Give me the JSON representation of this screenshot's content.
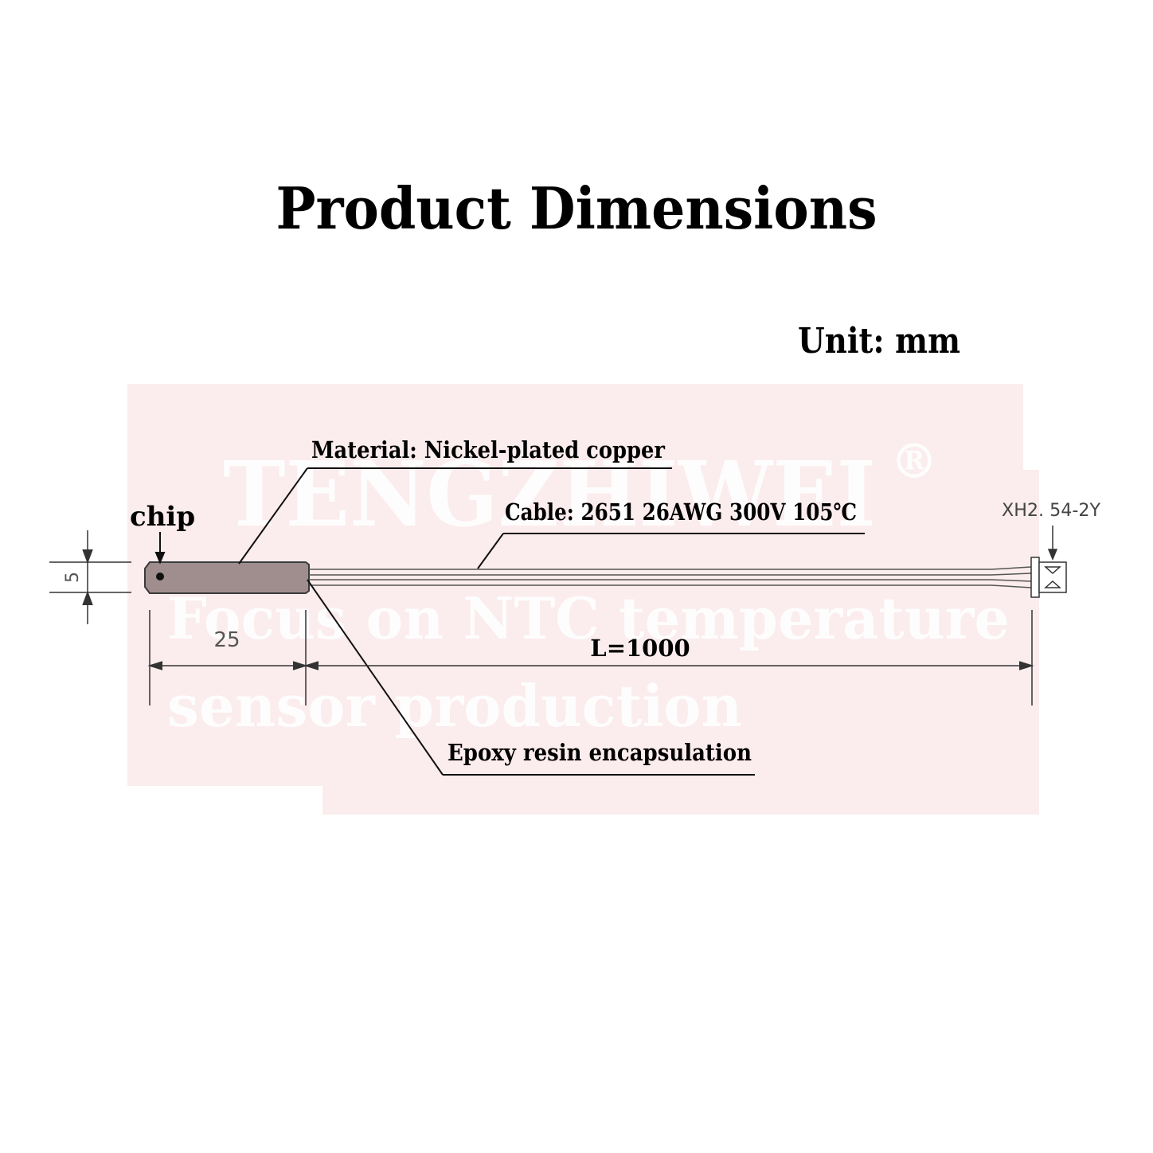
{
  "title": "Product Dimensions",
  "unit": "Unit: mm",
  "watermark": {
    "brand": "TENGZHIWEI",
    "registered_mark": "®",
    "line1": "Focus on NTC temperature",
    "line2": "sensor production",
    "color": "#f3d6d8"
  },
  "labels": {
    "chip": "chip",
    "material": "Material: Nickel-plated copper",
    "cable": "Cable: 2651 26AWG 300V 105℃",
    "connector": "XH2. 54-2Y",
    "epoxy": "Epoxy resin encapsulation"
  },
  "dimensions": {
    "diameter": "5",
    "probe_length": "25",
    "cable_length": "L=1000"
  },
  "colors": {
    "probe": "#a08e8e",
    "line": "#111111",
    "dim_line": "#333333"
  }
}
